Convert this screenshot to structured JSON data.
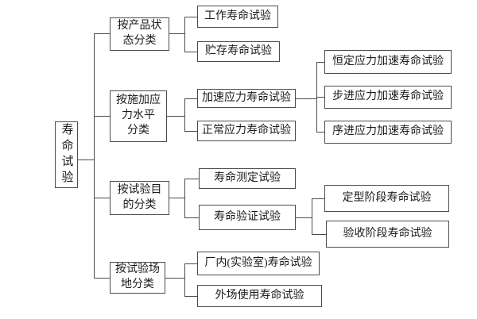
{
  "colors": {
    "line": "#4c4c4c",
    "text": "#1b1b1b",
    "background": "#ffffff"
  },
  "diagram": {
    "root": "寿命试验",
    "branches": [
      {
        "label": "按产品状\n态分类",
        "children": [
          {
            "label": "工作寿命试验"
          },
          {
            "label": "贮存寿命试验"
          }
        ]
      },
      {
        "label": "按施加应\n力水平\n分类",
        "children": [
          {
            "label": "加速应力寿命试验",
            "children": [
              {
                "label": "恒定应力加速寿命试验"
              },
              {
                "label": "步进应力加速寿命试验"
              },
              {
                "label": "序进应力加速寿命试验"
              }
            ]
          },
          {
            "label": "正常应力寿命试验"
          }
        ]
      },
      {
        "label": "按试验目\n的分类",
        "children": [
          {
            "label": "寿命测定试验"
          },
          {
            "label": "寿命验证试验",
            "children": [
              {
                "label": "定型阶段寿命试验"
              },
              {
                "label": "验收阶段寿命试验"
              }
            ]
          }
        ]
      },
      {
        "label": "按试验场\n地分类",
        "children": [
          {
            "label": "厂内(实验室)寿命试验"
          },
          {
            "label": "外场使用寿命试验"
          }
        ]
      }
    ]
  }
}
